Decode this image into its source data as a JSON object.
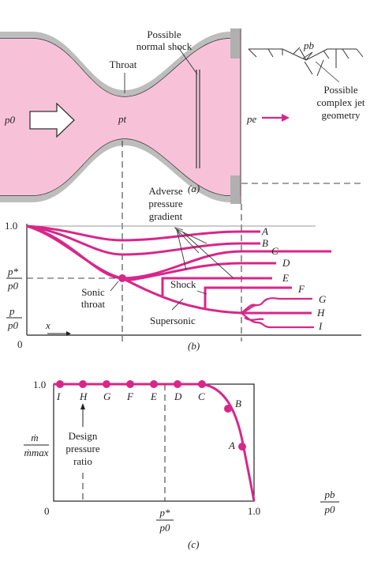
{
  "panel_a": {
    "throat_label": "Throat",
    "shock_label_1": "Possible",
    "shock_label_2": "normal shock",
    "jet_label_1": "Possible",
    "jet_label_2": "complex jet",
    "jet_label_3": "geometry",
    "p0_label": "p0",
    "pt_label": "pt",
    "pe_label": "pe",
    "pb_label": "pb",
    "caption": "(a)",
    "colors": {
      "flow": "#f7c2d8",
      "accent": "#d8268a",
      "wall": "#b9b9b9"
    }
  },
  "panel_b": {
    "adverse_1": "Adverse",
    "adverse_2": "pressure",
    "adverse_3": "gradient",
    "y_top": "1.0",
    "ratio_num": "p*",
    "ratio_den": "p0",
    "sonic_1": "Sonic",
    "sonic_2": "throat",
    "shock": "Shock",
    "supersonic": "Supersonic",
    "y_axis_num": "p",
    "y_axis_den": "p0",
    "x_axis": "x",
    "origin": "0",
    "caption": "(b)",
    "curve_labels": [
      "A",
      "B",
      "C",
      "D",
      "E",
      "F",
      "G",
      "H",
      "I"
    ]
  },
  "panel_c": {
    "y_top": "1.0",
    "y_axis_num": "ṁ",
    "y_axis_den": "ṁmax",
    "design_1": "Design",
    "design_2": "pressure",
    "design_3": "ratio",
    "origin": "0",
    "x_mid_num": "p*",
    "x_mid_den": "p0",
    "x_end": "1.0",
    "x_axis_num": "pb",
    "x_axis_den": "p0",
    "caption": "(c)",
    "point_labels": [
      "I",
      "H",
      "G",
      "F",
      "E",
      "D",
      "C",
      "B",
      "A"
    ]
  }
}
